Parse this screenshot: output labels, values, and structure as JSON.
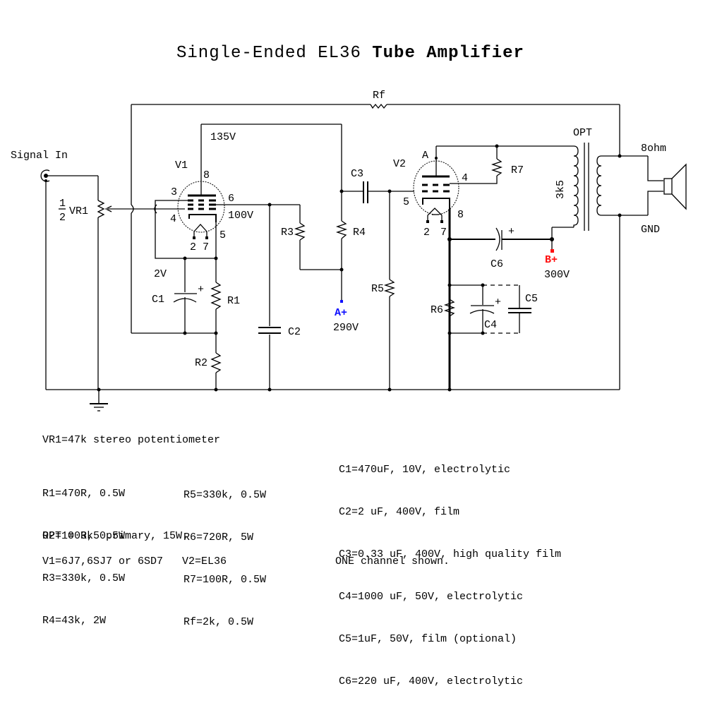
{
  "title": {
    "part1": "Single-Ended EL36 ",
    "part2": "Tube Amplifier"
  },
  "labels": {
    "signal_in": "Signal In",
    "vr1_fraction_num": "1",
    "vr1_fraction_den": "2",
    "vr1": "VR1",
    "v1": "V1",
    "v1_pin8": "8",
    "v1_pin3": "3",
    "v1_pin6": "6",
    "v1_pin4": "4",
    "v1_pin5": "5",
    "v1_pin2": "2",
    "v1_pin7": "7",
    "v1_plate_voltage": "135V",
    "v1_screen_voltage": "100V",
    "v1_cathode_voltage": "2V",
    "c1": "C1",
    "c1_plus": "+",
    "r1": "R1",
    "r2": "R2",
    "c2": "C2",
    "r3": "R3",
    "r4": "R4",
    "a_plus": "A+",
    "a_plus_voltage": "290V",
    "rf": "Rf",
    "c3": "C3",
    "v2": "V2",
    "v2_anode": "A",
    "v2_pin4": "4",
    "v2_pin5": "5",
    "v2_pin8": "8",
    "v2_pin2": "2",
    "v2_pin7": "7",
    "r5": "R5",
    "r6": "R6",
    "r7": "R7",
    "c4": "C4",
    "c4_plus": "+",
    "c5": "C5",
    "c6": "C6",
    "c6_plus": "+",
    "b_plus": "B+",
    "b_plus_voltage": "300V",
    "opt": "OPT",
    "opt_primary": "3k5",
    "speaker_impedance": "8ohm",
    "gnd": "GND"
  },
  "colors": {
    "a_plus": "#1010ff",
    "b_plus": "#ff1010"
  },
  "parts_list": {
    "vr1": "VR1=47k stereo potentiometer",
    "resistors_left": [
      "R1=470R, 0.5W",
      "R2=100R, 0.5W",
      "R3=330k, 0.5W",
      "R4=43k, 2W"
    ],
    "resistors_right": [
      "R5=330k, 0.5W",
      "R6=720R, 5W",
      "R7=100R, 0.5W",
      "Rf=2k, 0.5W"
    ],
    "capacitors": [
      "C1=470uF, 10V, electrolytic",
      "C2=2 uF, 400V, film",
      "C3=0.33 uF, 400V, high quality film",
      "C4=1000 uF, 50V, electrolytic",
      "C5=1uF, 50V, film (optional)",
      "C6=220 uF, 400V, electrolytic"
    ],
    "opt": "OPT = 3k5 primary, 15W.",
    "tubes": "V1=6J7,6SJ7 or 6SD7   V2=EL36",
    "note": "ONE channel shown."
  }
}
